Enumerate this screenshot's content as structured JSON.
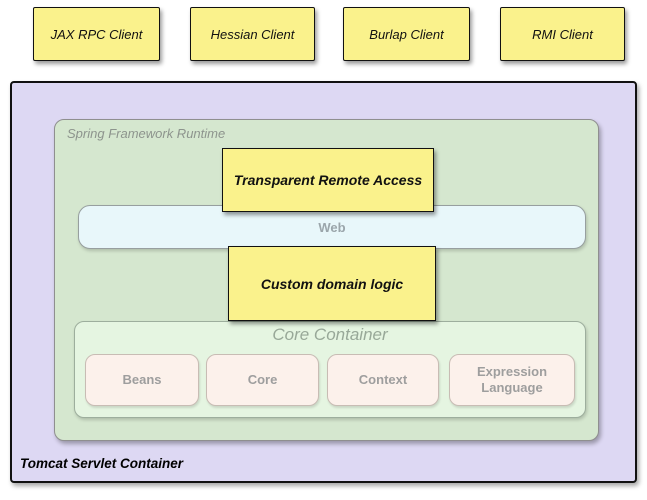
{
  "clients": [
    {
      "label": "JAX RPC Client"
    },
    {
      "label": "Hessian Client"
    },
    {
      "label": "Burlap Client"
    },
    {
      "label": "RMI Client"
    }
  ],
  "tomcat": {
    "label": "Tomcat Servlet Container",
    "runtime": {
      "label": "Spring Framework Runtime",
      "transparent_remote_access": "Transparent Remote Access",
      "web": "Web",
      "custom_domain_logic": "Custom domain logic",
      "core_container": {
        "label": "Core Container",
        "modules": [
          "Beans",
          "Core",
          "Context",
          "Expression Language"
        ]
      }
    }
  },
  "colors": {
    "client_box_fill": "#FAF28C",
    "client_box_border": "#111111",
    "tomcat_fill": "#DDD8F3",
    "runtime_fill": "#D5E7CF",
    "web_bar_fill": "#E8F7FA",
    "core_container_fill": "#E5F5E1",
    "module_fill": "#FCF1EB",
    "highlight_fill": "#FAF28C",
    "muted_text": "#9E9E9E"
  }
}
